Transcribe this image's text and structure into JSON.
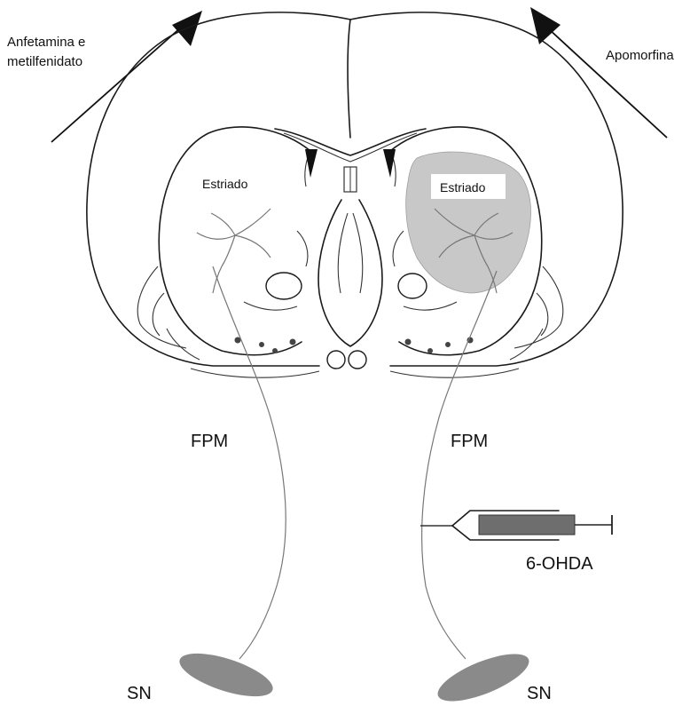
{
  "labels": {
    "drug_left_line1": "Anfetamina e",
    "drug_left_line2": "metilfenidato",
    "drug_right": "Apomorfina",
    "striatum_left": "Estriado",
    "striatum_right": "Estriado",
    "pathway_left": "FPM",
    "pathway_right": "FPM",
    "toxin": "6-OHDA",
    "nucleus_left": "SN",
    "nucleus_right": "SN"
  },
  "colors": {
    "lesion": "#c8c8c8",
    "nucleus": "#8a8a8a",
    "syringe": "#6e6e6e",
    "outline": "#1a1a1a"
  }
}
